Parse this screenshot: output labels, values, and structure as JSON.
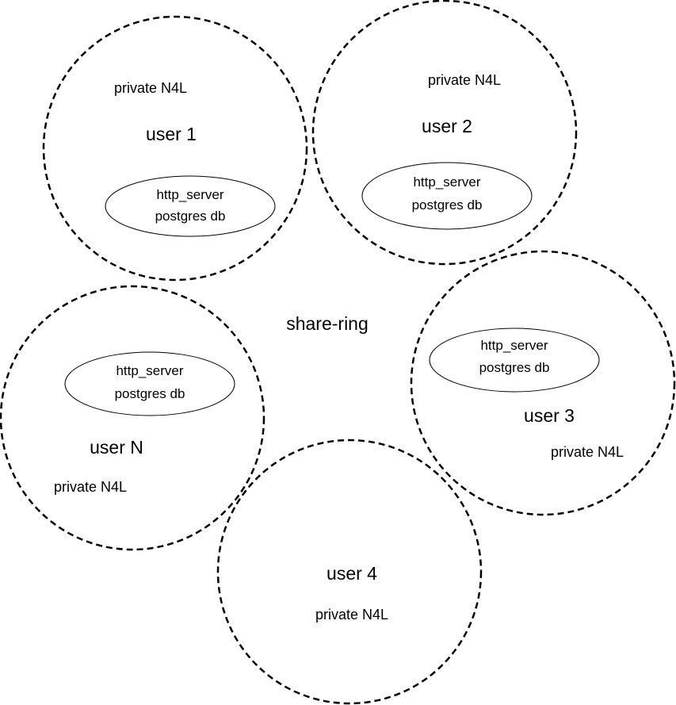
{
  "center_label": "share-ring",
  "users": [
    {
      "name": "user 1",
      "private_label": "private N4L",
      "services": [
        "http_server",
        "postgres db"
      ]
    },
    {
      "name": "user 2",
      "private_label": "private N4L",
      "services": [
        "http_server",
        "postgres db"
      ]
    },
    {
      "name": "user 3",
      "private_label": "private N4L",
      "services": [
        "http_server",
        "postgres db"
      ]
    },
    {
      "name": "user 4",
      "private_label": "private N4L"
    },
    {
      "name": "user N",
      "private_label": "private N4L",
      "services": [
        "http_server",
        "postgres db"
      ]
    }
  ]
}
